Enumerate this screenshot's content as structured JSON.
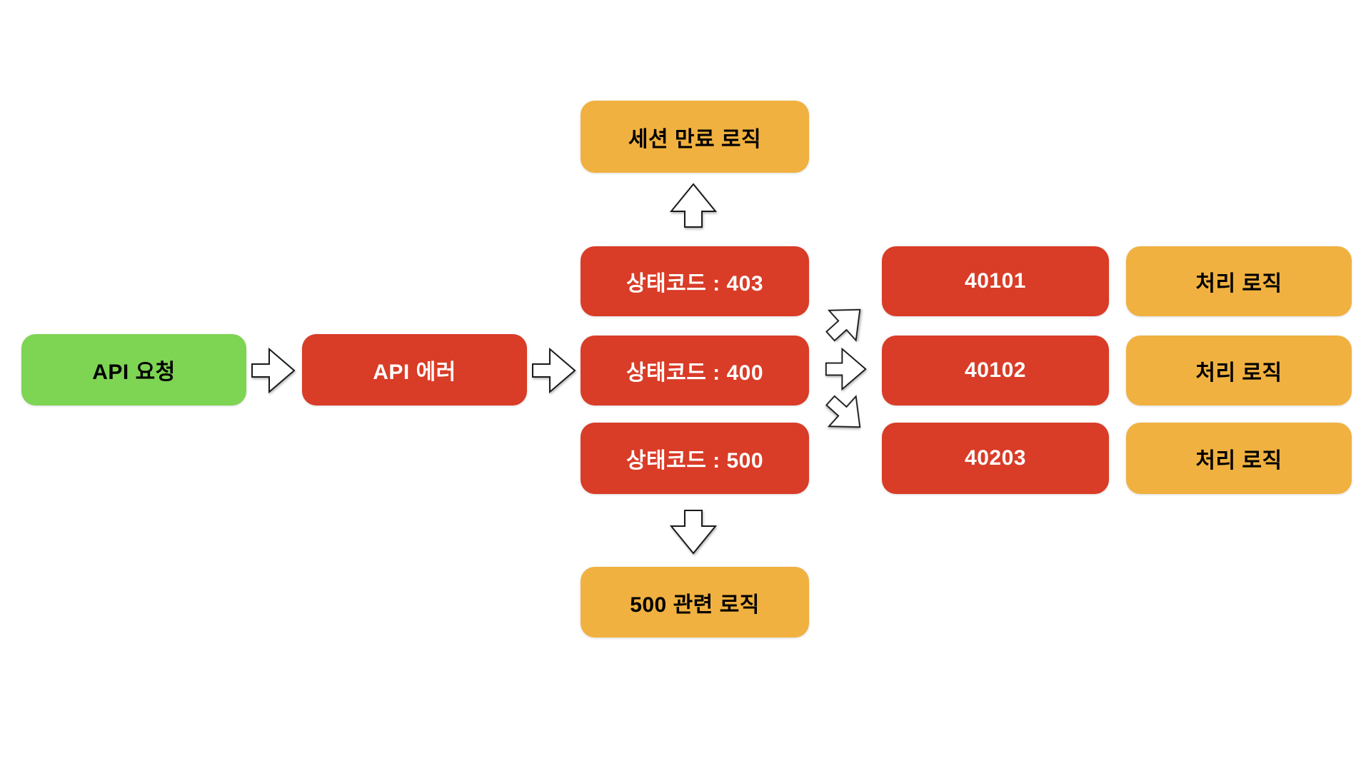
{
  "colors": {
    "background": "#FFFFFF",
    "green": "#7ED453",
    "red": "#D93C27",
    "orange": "#F0B140",
    "arrow_fill": "#FFFFFF",
    "arrow_outline": "#1A1A1A",
    "text_on_light": "#000000",
    "text_on_red": "#FFFFFF"
  },
  "nodes": {
    "api_request": "API 요청",
    "api_error": "API 에러",
    "session_expiry_logic": "세션 만료 로직",
    "status_403": "상태코드 : 403",
    "status_400": "상태코드 : 400",
    "status_500": "상태코드 : 500",
    "logic_500": "500 관련 로직",
    "code_40101": "40101",
    "code_40102": "40102",
    "code_40203": "40203",
    "handler_40101": "처리 로직",
    "handler_40102": "처리 로직",
    "handler_40203": "처리 로직"
  },
  "connectors": [
    {
      "from": "api_request",
      "to": "api_error",
      "shape": "block-arrow-right"
    },
    {
      "from": "api_error",
      "to": "status_400",
      "shape": "block-arrow-right"
    },
    {
      "from": "status_403",
      "to": "session_expiry_logic",
      "shape": "block-arrow-up"
    },
    {
      "from": "status_500",
      "to": "logic_500",
      "shape": "block-arrow-down"
    },
    {
      "from": "status_400",
      "to": "code_40101",
      "shape": "block-arrow-up-right"
    },
    {
      "from": "status_400",
      "to": "code_40102",
      "shape": "block-arrow-right"
    },
    {
      "from": "status_400",
      "to": "code_40203",
      "shape": "block-arrow-down-right"
    }
  ]
}
